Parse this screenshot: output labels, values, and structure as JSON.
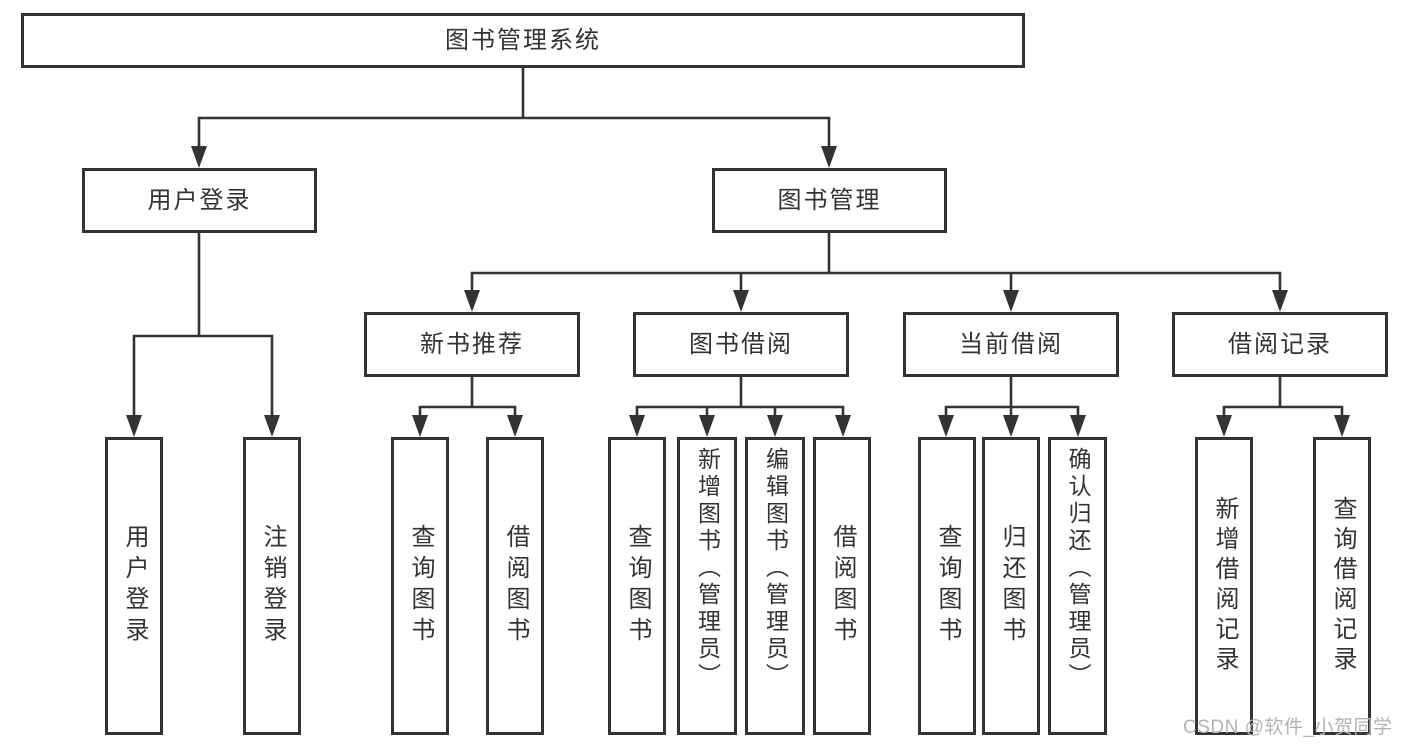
{
  "diagram_title": "图书管理系统",
  "tree": {
    "root": {
      "label": "图书管理系统"
    },
    "branches": [
      {
        "label": "用户登录",
        "children": [
          {
            "label": "用户登录"
          },
          {
            "label": "注销登录"
          }
        ]
      },
      {
        "label": "图书管理",
        "children": [
          {
            "label": "新书推荐",
            "children": [
              {
                "label": "查询图书"
              },
              {
                "label": "借阅图书"
              }
            ]
          },
          {
            "label": "图书借阅",
            "children": [
              {
                "label": "查询图书"
              },
              {
                "label": "新增图书（管理员）"
              },
              {
                "label": "编辑图书（管理员）"
              },
              {
                "label": "借阅图书"
              }
            ]
          },
          {
            "label": "当前借阅",
            "children": [
              {
                "label": "查询图书"
              },
              {
                "label": "归还图书"
              },
              {
                "label": "确认归还（管理员）"
              }
            ]
          },
          {
            "label": "借阅记录",
            "children": [
              {
                "label": "新增借阅记录"
              },
              {
                "label": "查询借阅记录"
              }
            ]
          }
        ]
      }
    ]
  },
  "watermark": {
    "text": "CSDN @软件_小贺同学"
  },
  "colors": {
    "line": "#333333",
    "text": "#333333",
    "watermark": "#b3b3b3",
    "background": "#ffffff"
  }
}
